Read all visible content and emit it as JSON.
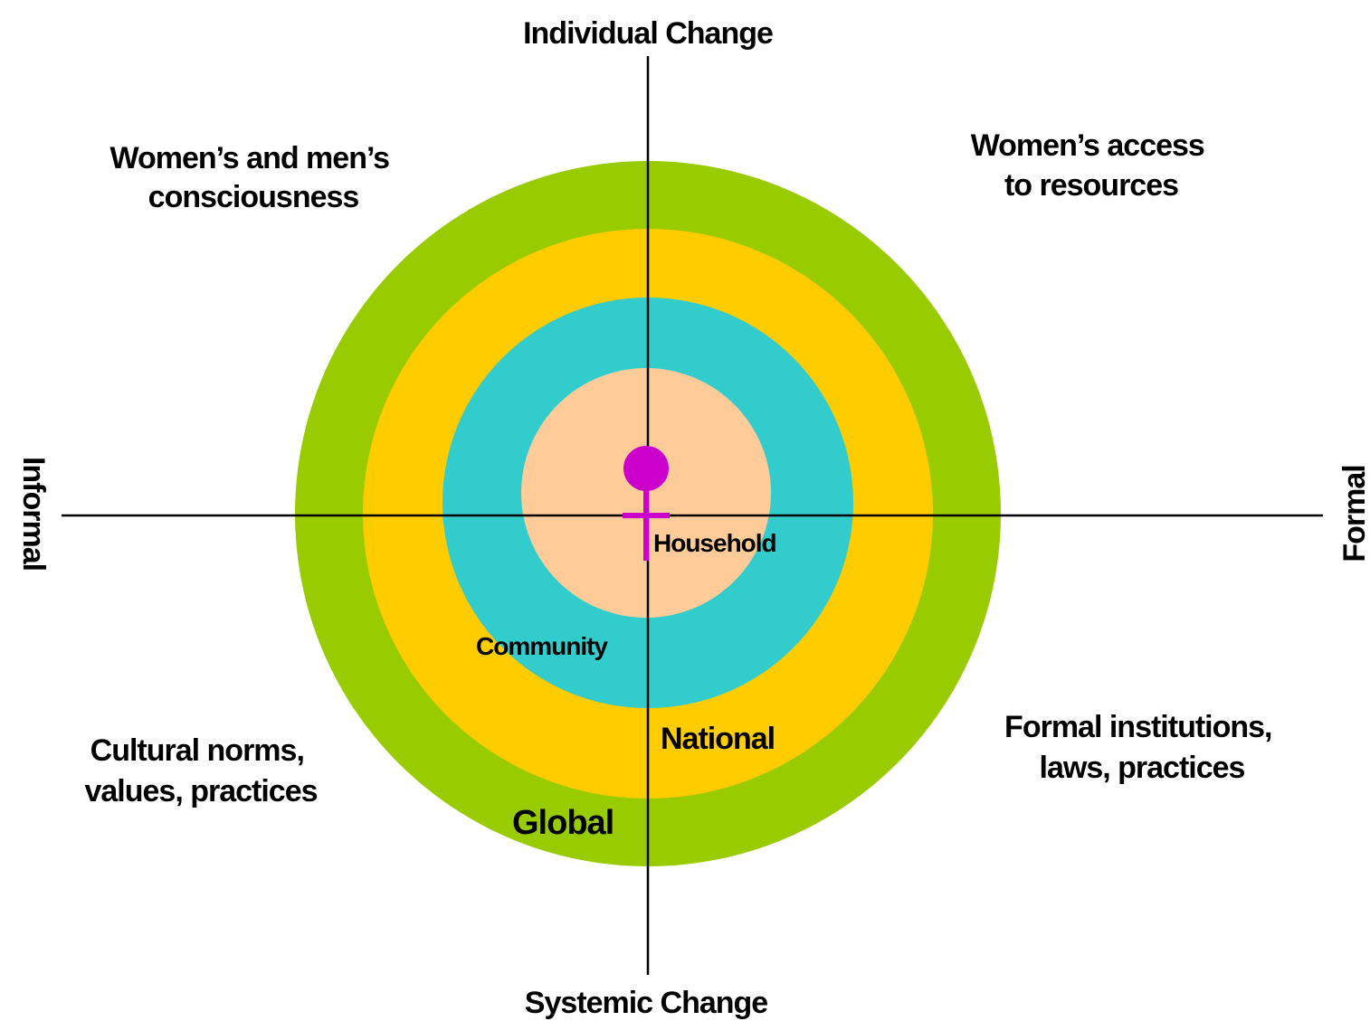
{
  "axes": {
    "top": "Individual Change",
    "bottom": "Systemic Change",
    "left": "Informal",
    "right": "Formal"
  },
  "quadrants": {
    "top_left": [
      "Women’s and men’s",
      "consciousness"
    ],
    "top_right": [
      "Women’s access",
      "to resources"
    ],
    "bottom_left": [
      "Cultural norms,",
      "values, practices"
    ],
    "bottom_right": [
      "Formal institutions,",
      "laws, practices"
    ]
  },
  "rings": [
    {
      "label": "Global",
      "color": "#99cc00"
    },
    {
      "label": "National",
      "color": "#ffcc00"
    },
    {
      "label": "Community",
      "color": "#33cccc"
    },
    {
      "label": "Household",
      "color": "#ffcc99"
    }
  ],
  "symbol": {
    "icon": "female-symbol-icon",
    "color": "#cc00cc"
  },
  "colors": {
    "axis_line": "#000000",
    "text": "#000000"
  }
}
